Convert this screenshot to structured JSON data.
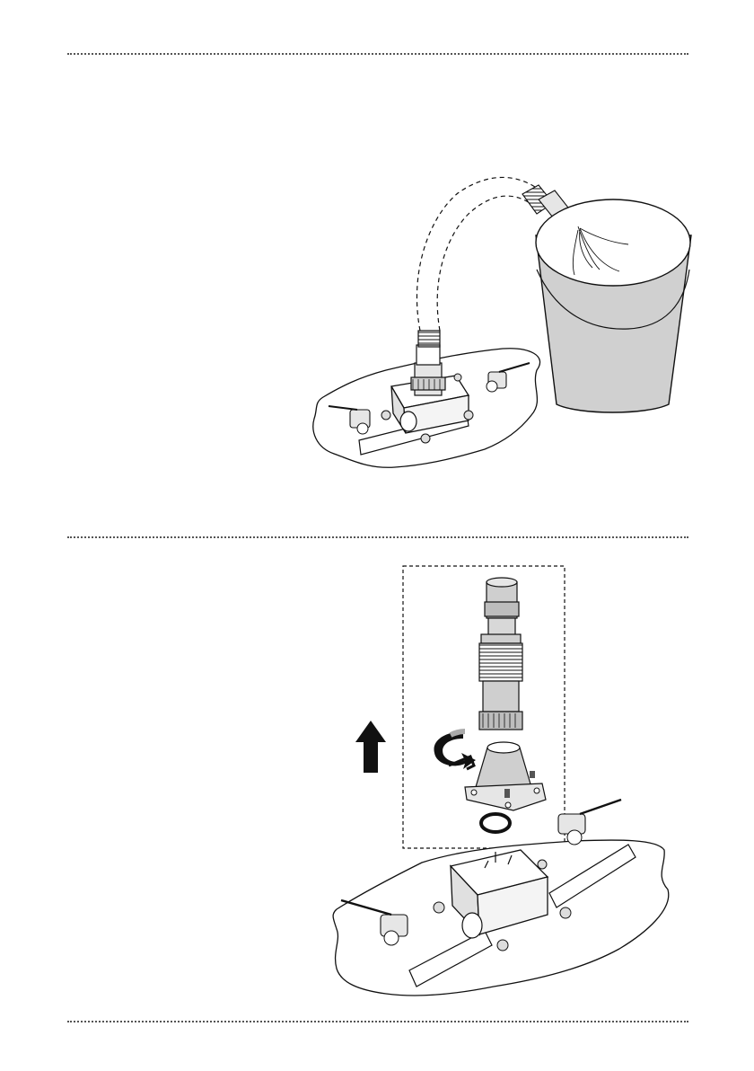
{
  "page": {
    "background": "#ffffff",
    "line_color": "#111111",
    "fill_gray": "#d0d0d0",
    "fill_dark": "#999999"
  },
  "figures": [
    {
      "id": "drain-hose-into-bucket",
      "icons": [
        "floor-patch",
        "drain-box",
        "hose",
        "bucket",
        "ball-valve"
      ]
    },
    {
      "id": "exploded-drain-assembly",
      "icons": [
        "floor-patch",
        "drain-box",
        "extension-pipe",
        "flange",
        "gasket",
        "allen-key",
        "rotate-arrow",
        "up-arrow",
        "ball-valve"
      ]
    }
  ]
}
